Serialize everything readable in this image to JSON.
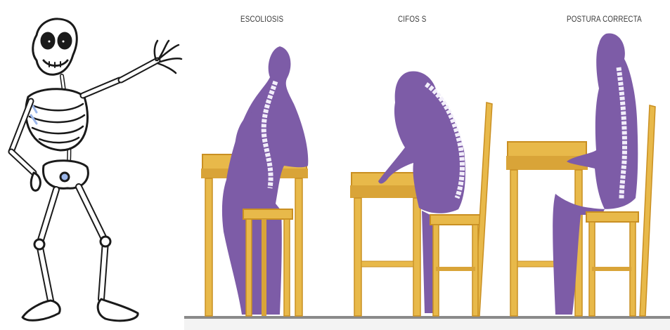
{
  "panels": [
    {
      "label": "ESCOLIOSIS"
    },
    {
      "label": "CIFOS S"
    },
    {
      "label": "POSTURA CORRECTA"
    }
  ],
  "colors": {
    "silhouette": "#7d5ca7",
    "spine": "#f2eefa",
    "wood": "#e8b94a",
    "wood_dark": "#c98f22",
    "floor": "#8a8a8a",
    "bone": "#ffffff",
    "bone_shade": "#9bb6ea",
    "outline": "#1a1a1a"
  },
  "icons": [
    "skeleton-cartoon",
    "scoliosis-silhouette",
    "kyphosis-silhouette",
    "correct-posture-silhouette"
  ]
}
